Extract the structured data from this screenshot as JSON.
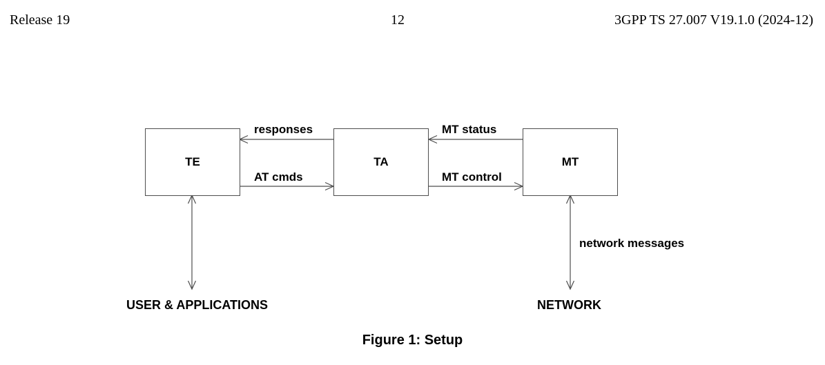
{
  "header": {
    "release": "Release 19",
    "page_number": "12",
    "doc_id": "3GPP TS 27.007 V19.1.0 (2024-12)"
  },
  "diagram": {
    "boxes": [
      {
        "label": "TE"
      },
      {
        "label": "TA"
      },
      {
        "label": "MT"
      }
    ],
    "arrow_labels": {
      "responses": "responses",
      "at_cmds": "AT cmds",
      "mt_status": "MT status",
      "mt_control": "MT control",
      "network_messages": "network messages"
    },
    "endpoints": {
      "user_applications": "USER & APPLICATIONS",
      "network": "NETWORK"
    },
    "line_color": "#4d4d4d"
  },
  "caption": "Figure 1: Setup"
}
